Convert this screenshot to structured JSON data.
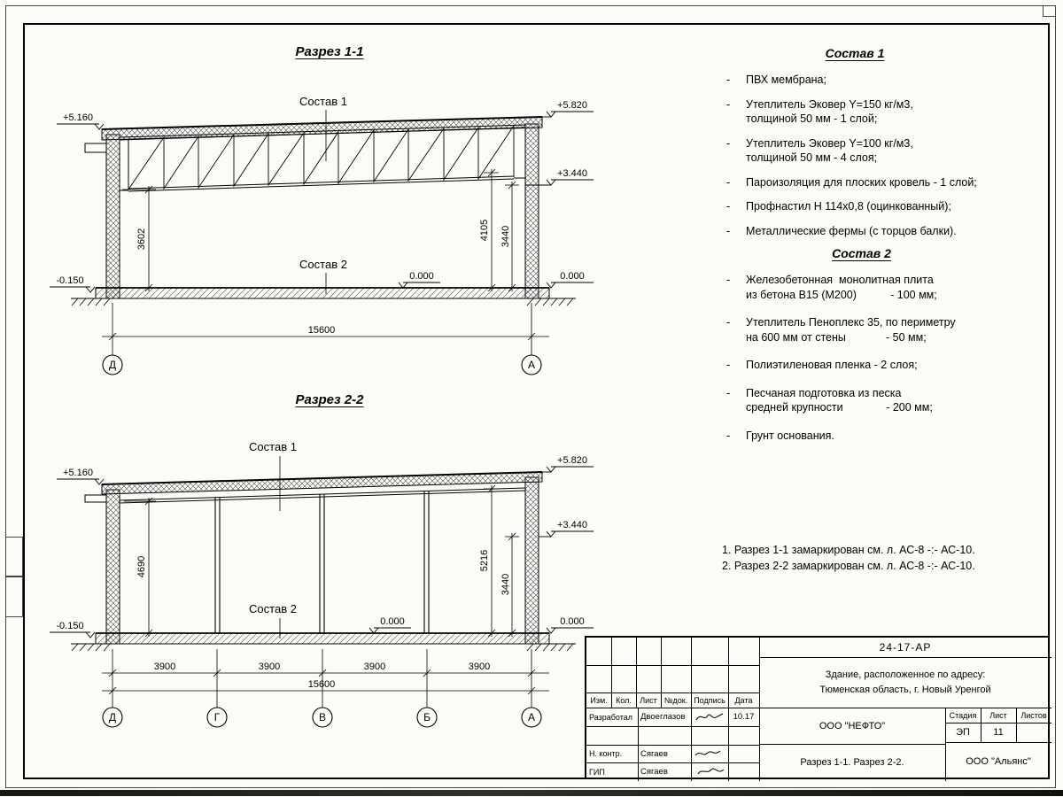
{
  "s1": {
    "title": "Разрез 1-1",
    "comp1_label": "Состав 1",
    "comp2_label": "Состав 2",
    "elev": {
      "left_top": "+5.160",
      "right_top": "+5.820",
      "right_mid": "+3.440",
      "right_zero": "0.000",
      "mid_zero": "0.000",
      "left_low": "-0.150"
    },
    "dims": {
      "left_h": "3602",
      "right_h1": "4105",
      "right_h2": "3440",
      "total": "15600"
    },
    "axes": {
      "left": "Д",
      "right": "А"
    }
  },
  "s2": {
    "title": "Разрез 2-2",
    "comp1_label": "Состав 1",
    "comp2_label": "Состав 2",
    "elev": {
      "left_top": "+5.160",
      "right_top": "+5.820",
      "right_mid": "+3.440",
      "right_zero": "0.000",
      "mid_zero": "0.000",
      "left_low": "-0.150"
    },
    "dims": {
      "left_h": "4690",
      "right_h1": "5216",
      "right_h2": "3440",
      "total": "15600",
      "bays": [
        "3900",
        "3900",
        "3900",
        "3900"
      ]
    },
    "axes": {
      "a1": "Д",
      "a2": "Г",
      "a3": "В",
      "a4": "Б",
      "a5": "А"
    }
  },
  "comp1": {
    "title": "Состав 1",
    "items": [
      "ПВХ мембрана;",
      "Утеплитель Эковер Y=150 кг/м3,\nтолщиной 50 мм - 1 слой;",
      "Утеплитель Эковер Y=100 кг/м3,\nтолщиной 50 мм - 4 слоя;",
      "Пароизоляция для плоских кровель - 1 слой;",
      "Профнастил Н 114х0,8 (оцинкованный);",
      "Металлические фермы (с торцов балки)."
    ]
  },
  "comp2": {
    "title": "Состав 2",
    "items": [
      "Железобетонная  монолитная плита\nиз бетона В15 (М200)           - 100 мм;",
      "Утеплитель Пеноплекс 35, по периметру\nна 600 мм от стены             - 50 мм;",
      "Полиэтиленовая пленка - 2 слоя;",
      "Песчаная подготовка из песка\nсредней крупности              - 200 мм;",
      "Грунт основания."
    ]
  },
  "notes": [
    "1. Разрез 1-1 замаркирован см. л. АС-8 -:- АС-10.",
    "2. Разрез 2-2 замаркирован см. л. АС-8 -:- АС-10."
  ],
  "bullet": "-",
  "tb": {
    "code": "24-17-АР",
    "object": "Здание, расположенное по адресу:\nТюменская область, г. Новый Уренгой",
    "cols": [
      "Изм.",
      "Кол.",
      "Лист",
      "№док.",
      "Подпись",
      "Дата"
    ],
    "rows": [
      {
        "role": "Разработал",
        "name": "Двоеглазов",
        "date": "10.17"
      },
      {
        "role": "Н. контр.",
        "name": "Сягаев",
        "date": ""
      },
      {
        "role": "ГИП",
        "name": "Сягаев",
        "date": ""
      }
    ],
    "org": "ООО \"НЕФТО\"",
    "stage_h": "Стадия",
    "sheet_h": "Лист",
    "sheets_h": "Листов",
    "stage": "ЭП",
    "sheet": "11",
    "sheets": "",
    "subject": "Разрез 1-1. Разрез 2-2.",
    "org2": "ООО \"Альянс\""
  }
}
